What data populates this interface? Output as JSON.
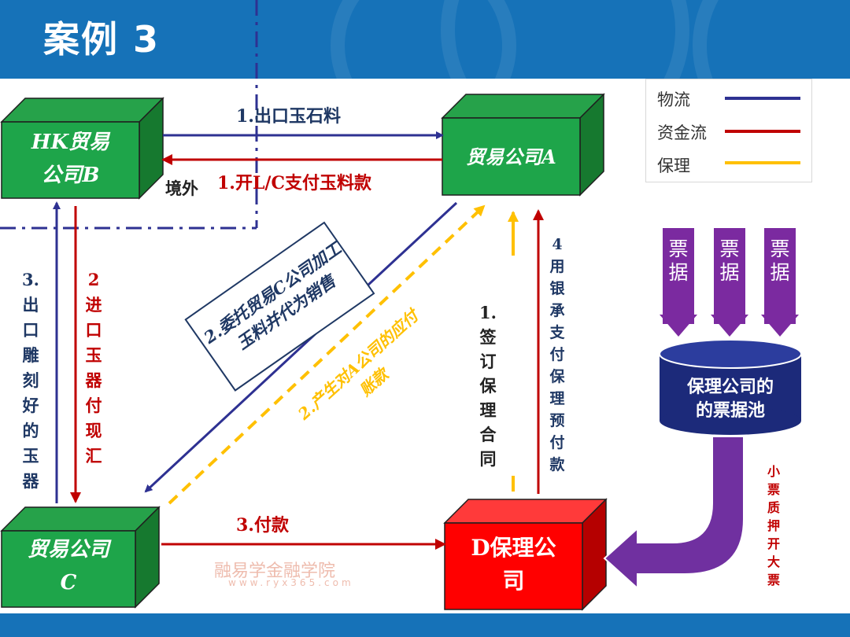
{
  "title": "案例 3",
  "boxes": {
    "hk": [
      "HK贸易",
      "公司B"
    ],
    "a": "贸易公司A",
    "c": [
      "贸易公司",
      "C"
    ],
    "d": [
      "D保理公",
      "司"
    ]
  },
  "legend": {
    "logistics": "物流",
    "capital": "资金流",
    "factoring": "保理",
    "colors": {
      "logistics": "#2e3192",
      "capital": "#c00000",
      "factoring": "#ffc000"
    }
  },
  "labels": {
    "export_jade": "1.出口玉石料",
    "open_lc": "1.开L/C支付玉料款",
    "overseas": "境外",
    "commission": "2.委托贸易C公司加工玉料并代为销售",
    "payable": "2.产生对A公司的应付账款",
    "sign_contract": [
      "1.",
      "签",
      "订",
      "保",
      "理",
      "合",
      "同"
    ],
    "bank_accept": [
      "4",
      "用",
      "银",
      "承",
      "支",
      "付",
      "保",
      "理",
      "预",
      "付",
      "款"
    ],
    "export_carved": [
      "3.",
      "出",
      "口",
      "雕",
      "刻",
      "好",
      "的",
      "玉",
      "器"
    ],
    "import_pay": [
      "2",
      "进",
      "口",
      "玉",
      "器",
      "付",
      "现",
      "汇"
    ],
    "pay": "3.付款",
    "small_bills": [
      "小",
      "票",
      "质",
      "押",
      "开",
      "大",
      "票"
    ]
  },
  "bills": [
    "票据",
    "票据",
    "票据"
  ],
  "pool": [
    "保理公司的",
    "的票据池"
  ],
  "watermark": {
    "name": "融易学金融学院",
    "url": "www.ryx365.com"
  }
}
